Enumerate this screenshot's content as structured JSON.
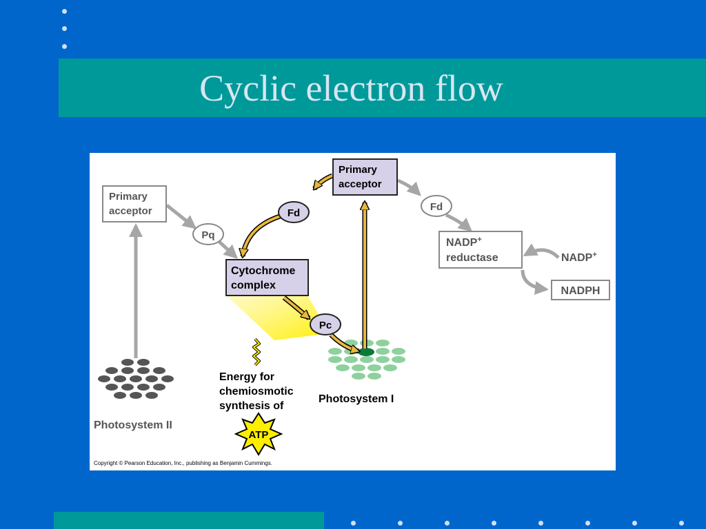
{
  "slide": {
    "title": "Cyclic electron flow"
  },
  "diagram": {
    "ps2_primary_acceptor": [
      "Primary",
      "acceptor"
    ],
    "ps1_primary_acceptor": [
      "Primary",
      "acceptor"
    ],
    "pq": "Pq",
    "fd_cyclic": "Fd",
    "fd_linear": "Fd",
    "cytochrome_complex": [
      "Cytochrome",
      "complex"
    ],
    "pc": "Pc",
    "nadp_reductase": [
      "NADP",
      "reductase"
    ],
    "nadp_plus": "NADP",
    "nadph": "NADPH",
    "plus_sign": "+",
    "energy_text": [
      "Energy for",
      "chemiosmotic",
      "synthesis of"
    ],
    "atp": "ATP",
    "photosystem_1": "Photosystem I",
    "photosystem_2": "Photosystem II",
    "copyright": "Copyright © Pearson Education, Inc., publishing as Benjamin Cummings."
  },
  "colors": {
    "background": "#0066cc",
    "band": "#009999",
    "highlight_box": "#d6d0e8",
    "arrow_gold": "#e8b83c",
    "arrow_gray": "#a6a6a6",
    "ps1_green": "#8fd19e",
    "ps2_gray": "#555555"
  }
}
